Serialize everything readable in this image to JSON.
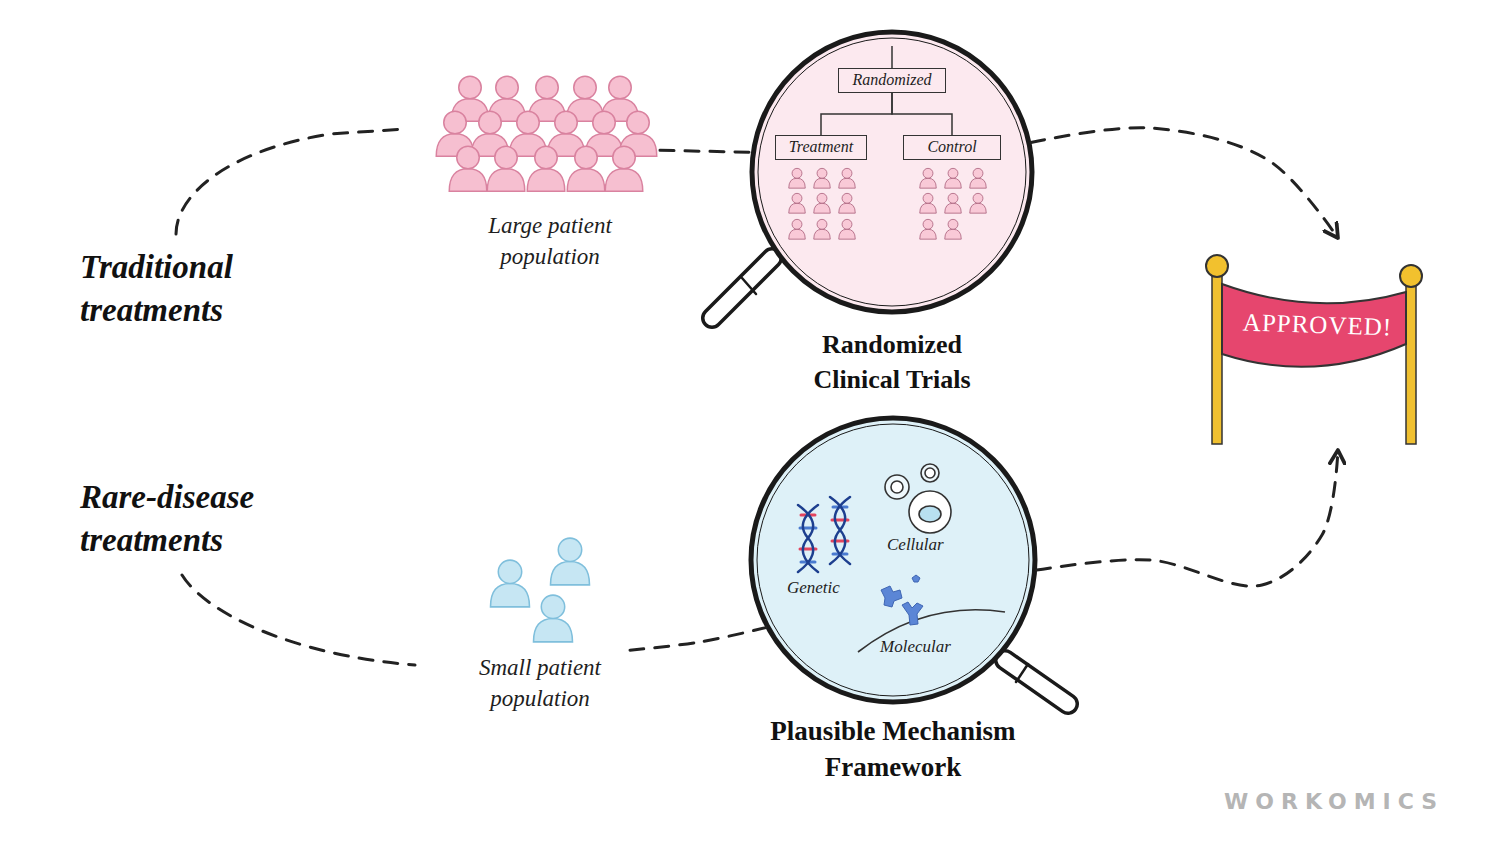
{
  "diagram": {
    "nodes": [
      {
        "text": [
          "Large patient population"
        ]
      },
      {
        "text": [
          "Randomized Clinical Trials"
        ]
      },
      {
        "text": [
          "Randomized"
        ],
        "in": 1
      },
      {
        "text": [
          "Treatment"
        ],
        "in": 1
      },
      {
        "text": [
          "Control"
        ],
        "in": 1
      },
      {
        "text": [
          "APPROVED!"
        ]
      },
      {
        "text": [
          "Small patient population"
        ]
      },
      {
        "text": [
          "Cellular",
          "Genetic",
          "Molecular",
          "Plausible Mechanism Framework"
        ]
      }
    ],
    "edges": [
      {
        "from": 0,
        "to": 1,
        "arrow": "none"
      },
      {
        "from": 1,
        "to": 5,
        "arrow": "to"
      },
      {
        "from": 2,
        "to": 3,
        "arrow": "none"
      },
      {
        "from": 2,
        "to": 4,
        "arrow": "none"
      },
      {
        "from": 6,
        "to": 7,
        "arrow": "none"
      },
      {
        "from": 7,
        "to": 5,
        "arrow": "to"
      }
    ],
    "labels": [
      "Traditional treatments",
      "Rare-disease treatments",
      "WORKOMICS"
    ]
  }
}
